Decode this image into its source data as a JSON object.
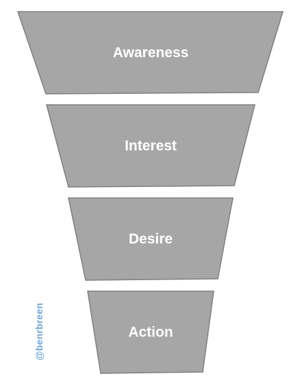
{
  "funnel": {
    "fill_color": "#a6a6a6",
    "stroke_color": "#7f7f7f",
    "label_color": "#ffffff",
    "stages": [
      {
        "label": "Awareness"
      },
      {
        "label": "Interest"
      },
      {
        "label": "Desire"
      },
      {
        "label": "Action"
      }
    ]
  },
  "watermark": {
    "text": "@benrbreen",
    "color": "#6fa8dc"
  }
}
